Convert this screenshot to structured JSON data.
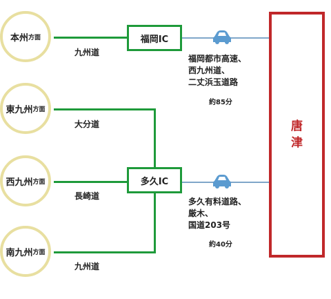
{
  "origins": [
    {
      "name": "本州",
      "suffix": "方面"
    },
    {
      "name": "東九州",
      "suffix": "方面"
    },
    {
      "name": "西九州",
      "suffix": "方面"
    },
    {
      "name": "南九州",
      "suffix": "方面"
    }
  ],
  "roads": {
    "honshu": "九州道",
    "higashi": "大分道",
    "nishi": "長崎道",
    "minami": "九州道"
  },
  "interchanges": {
    "fukuoka": "福岡IC",
    "taku": "多久IC"
  },
  "routes": {
    "fukuoka": {
      "lines": [
        "福岡都市高速、",
        "西九州道、",
        "二丈浜玉道路"
      ],
      "time": "約85分"
    },
    "taku": {
      "lines": [
        "多久有料道路、",
        "厳木、",
        "国道203号"
      ],
      "time": "約40分"
    }
  },
  "destination": {
    "chars": [
      "唐",
      "津"
    ]
  },
  "colors": {
    "green": "#1e9a3a",
    "blue": "#7fa6c9",
    "red": "#c0282a",
    "circle": "#e8dfa0"
  },
  "icons": {
    "car": "car-icon"
  }
}
